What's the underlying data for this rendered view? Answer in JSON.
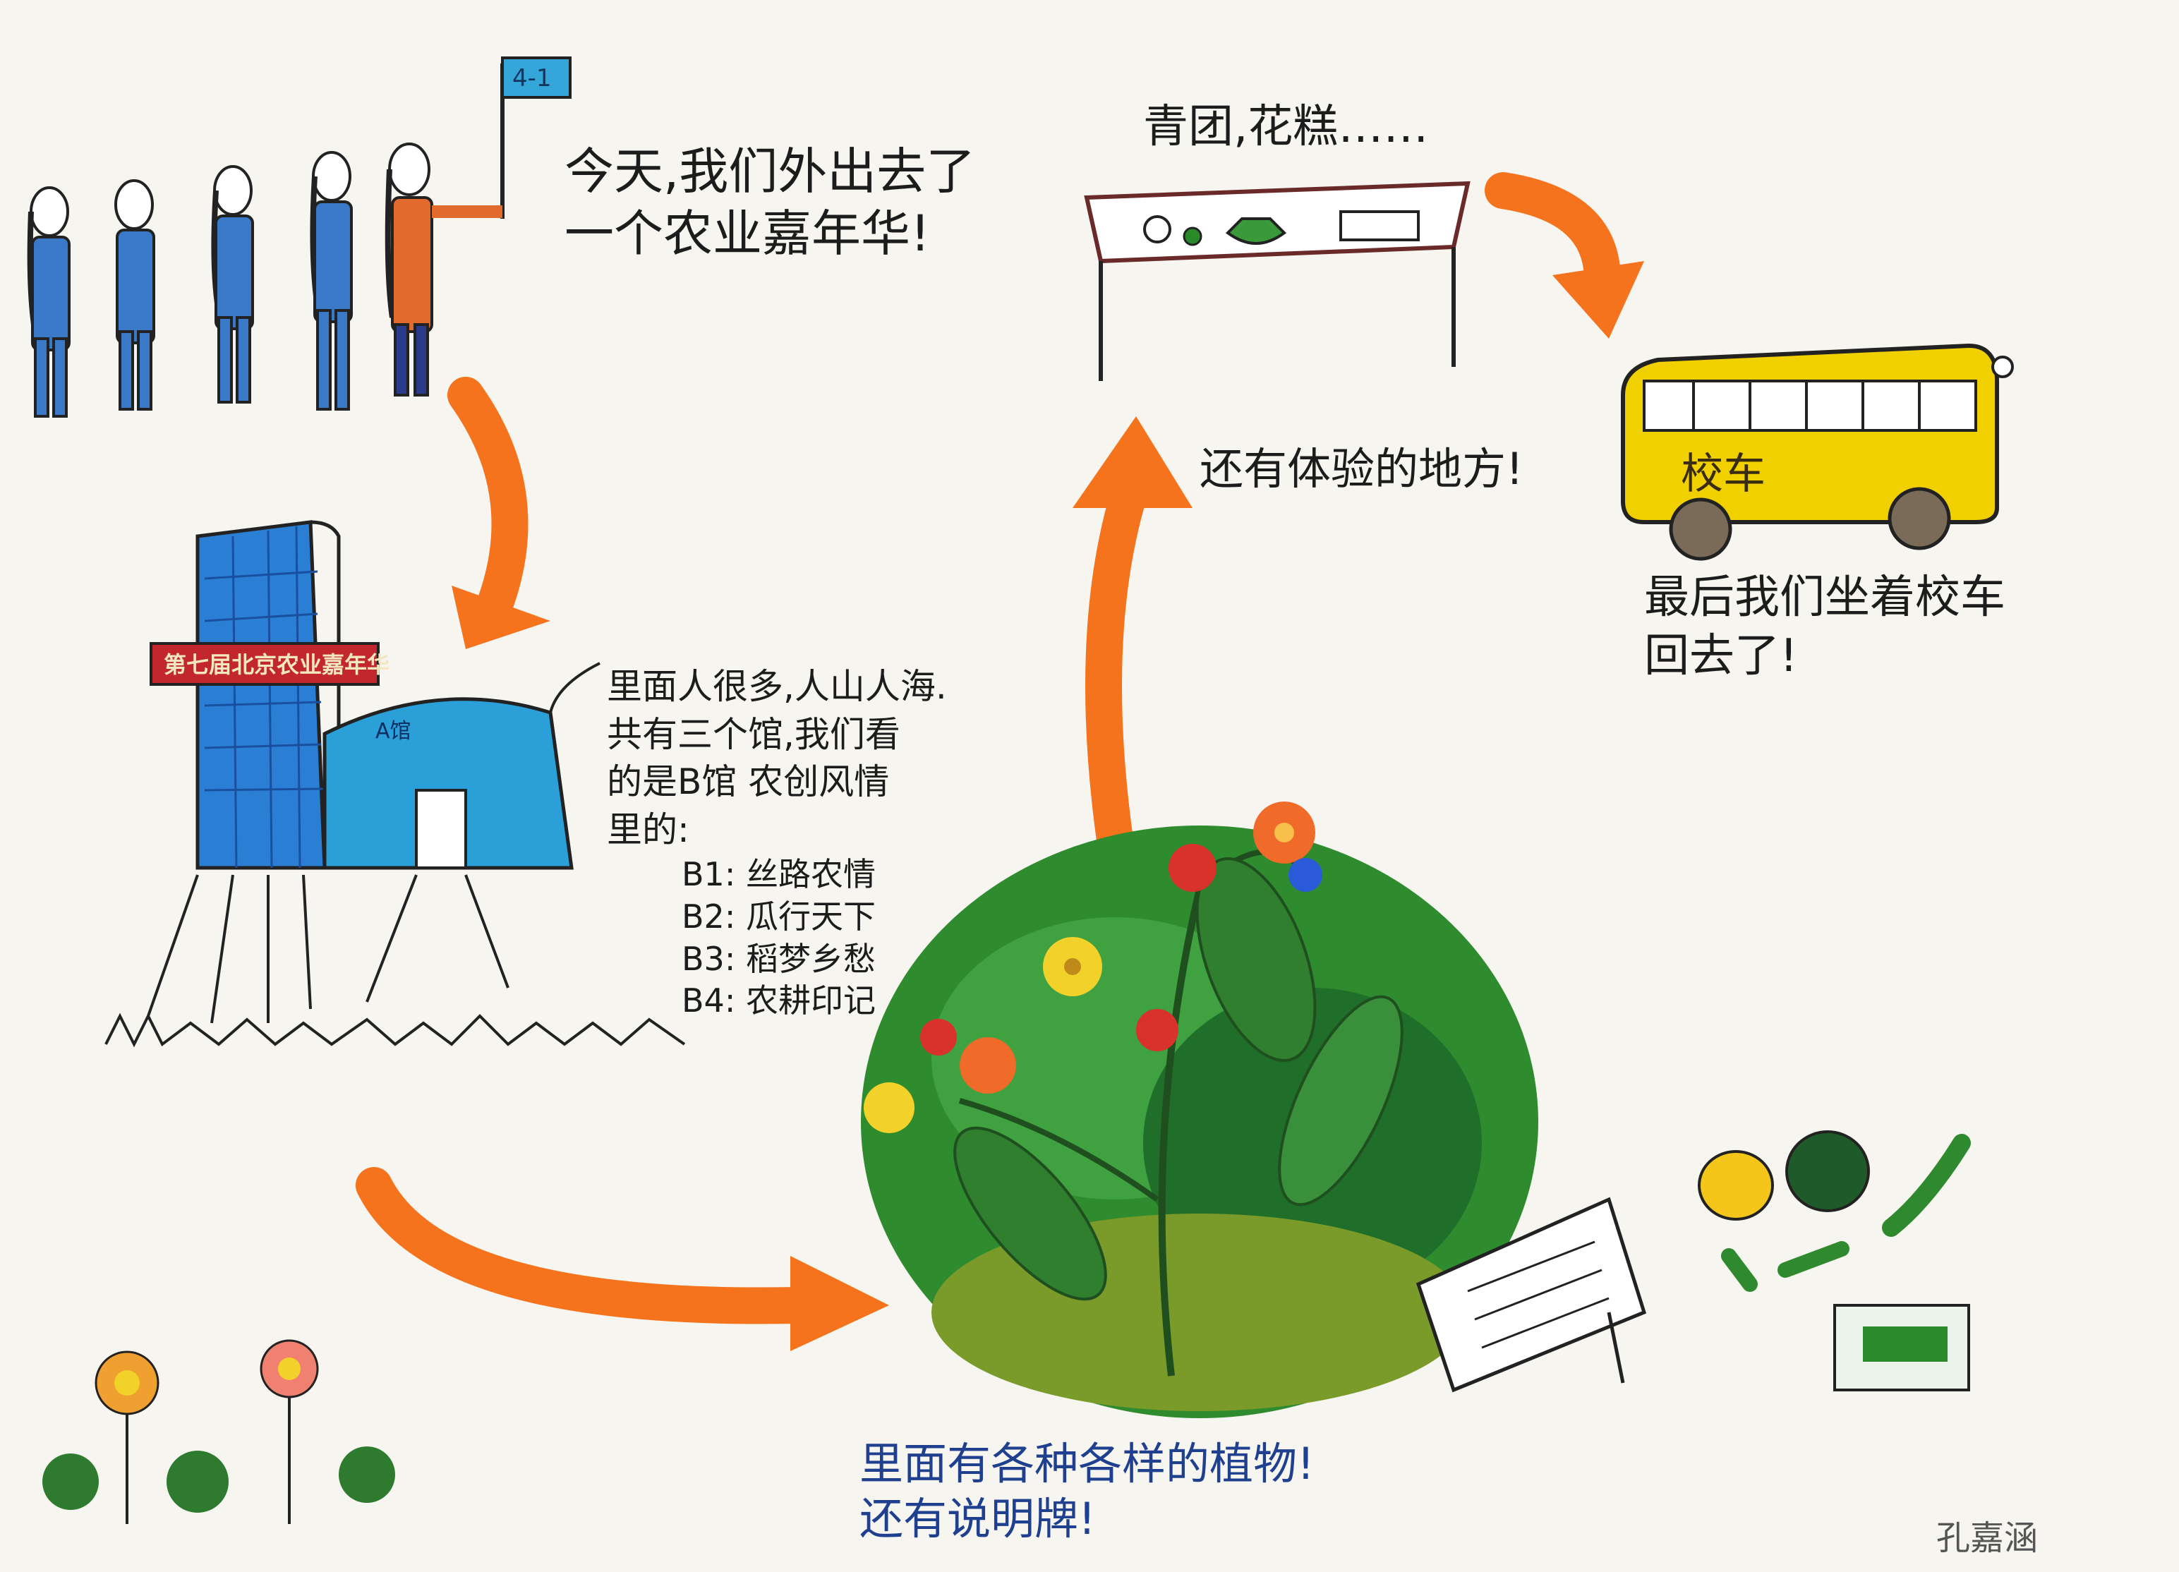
{
  "texts": {
    "intro": [
      "今天,我们外出去了",
      "一个农业嘉年华!"
    ],
    "venue": [
      "里面人很多,人山人海.",
      "共有三个馆,我们看",
      "的是B馆 农创风情",
      "里的:"
    ],
    "halls": [
      "B1: 丝路农情",
      "B2: 瓜行天下",
      "B3: 稻梦乡愁",
      "B4: 农耕印记"
    ],
    "plants": [
      "里面有各种各样的植物!",
      "还有说明牌!"
    ],
    "experience": "还有体验的地方!",
    "food": "青团,花糕……",
    "bus_ride": [
      "最后我们坐着校车",
      "回去了!"
    ],
    "signature": "孔嘉涵"
  },
  "labels": {
    "bus": "校车",
    "banner": "第七届北京农业嘉年华",
    "flag": "4-1",
    "hall_sign": "A馆"
  },
  "colors": {
    "arrow": "#f4731c",
    "bus": "#f1d000",
    "building": "#2a7fd4",
    "foliage": "#2e8b2e",
    "banner": "#c1272d",
    "uniform": "#3a78c8",
    "paper": "#f7f5f0"
  }
}
